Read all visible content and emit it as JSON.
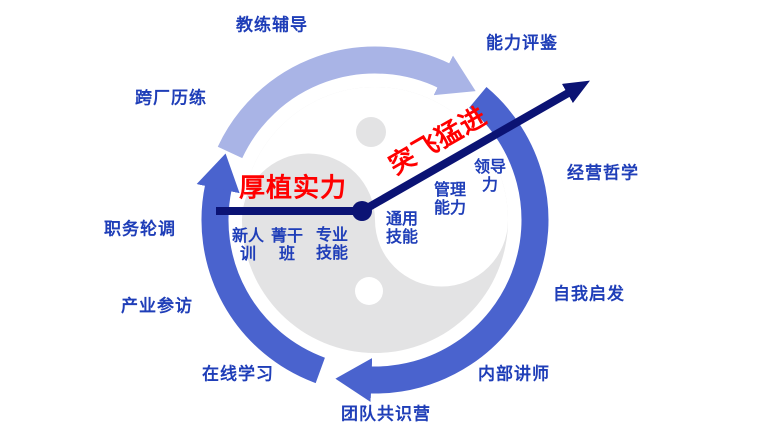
{
  "colors": {
    "label_blue": "#1f3eb8",
    "arc_light": "#a9b4e6",
    "arc_royal": "#4a63ce",
    "arrow_navy": "#0b1374",
    "accent_red": "#ff0000",
    "taiji_gray": "#e3e3e4"
  },
  "cycle_labels": [
    {
      "text": "教练辅导"
    },
    {
      "text": "能力评鉴"
    },
    {
      "text": "跨厂历练"
    },
    {
      "text": "经营哲学"
    },
    {
      "text": "职务轮调"
    },
    {
      "text": "自我启发"
    },
    {
      "text": "产业参访"
    },
    {
      "text": "内部讲师"
    },
    {
      "text": "在线学习"
    },
    {
      "text": "团队共识营"
    }
  ],
  "axis_titles": {
    "build": "厚植实力",
    "surge": "突飞猛进"
  },
  "competency_steps": [
    {
      "text": "新人\n训"
    },
    {
      "text": "菁干\n班"
    },
    {
      "text": "专业\n技能"
    },
    {
      "text": "通用\n技能"
    },
    {
      "text": "管理\n能力"
    },
    {
      "text": "领导\n力"
    }
  ]
}
